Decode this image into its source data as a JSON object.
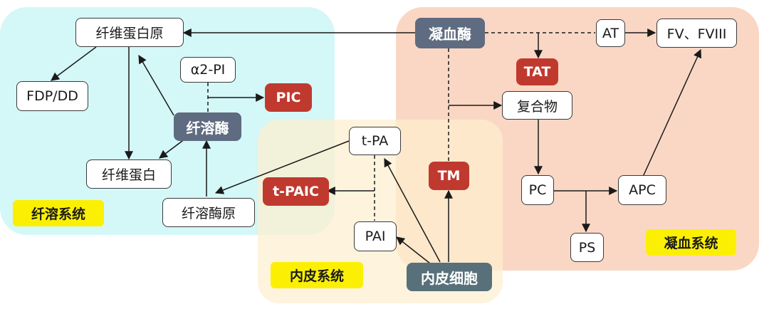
{
  "regions": {
    "fibrinolysis_label": "纤溶系统",
    "endothelial_label": "内皮系统",
    "coagulation_label": "凝血系统"
  },
  "nodes": {
    "fibrinogen": "纤维蛋白原",
    "fdp_dd": "FDP/DD",
    "alpha2_pi": "α2-PI",
    "pic": "PIC",
    "plasmin": "纤溶酶",
    "fibrin": "纤维蛋白",
    "plasminogen": "纤溶酶原",
    "tpa": "t-PA",
    "tpaic": "t-PAIC",
    "pai": "PAI",
    "endothelial_cells": "内皮细胞",
    "tm": "TM",
    "thrombin": "凝血酶",
    "at": "AT",
    "fv_fviii": "FV、FVIII",
    "tat": "TAT",
    "complex": "复合物",
    "pc": "PC",
    "apc": "APC",
    "ps": "PS"
  },
  "colors": {
    "fibrinolysis_region": "#c4f4f4",
    "endothelial_region": "#fdefce",
    "coagulation_region": "#f8ccb4",
    "enzyme": "#5f6b80",
    "cells": "#58707a",
    "complex_marker": "#c0392f",
    "region_label": "#fbf004"
  }
}
